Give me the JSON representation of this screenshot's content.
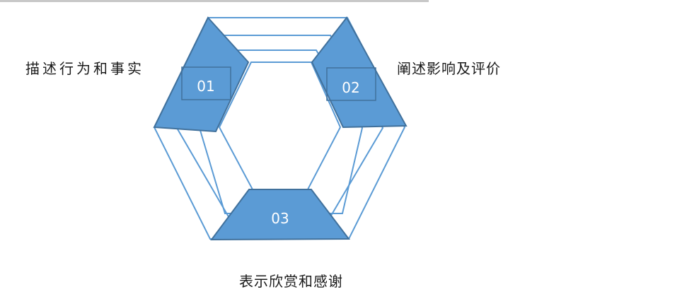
{
  "diagram": {
    "steps": [
      {
        "number": "01",
        "label": "描述行为和事实"
      },
      {
        "number": "02",
        "label": "阐述影响及评价"
      },
      {
        "number": "03",
        "label": "表示欣赏和感谢"
      }
    ],
    "colors": {
      "fill": "#5b9bd5",
      "stroke": "#41719c",
      "outline": "#5b9bd5"
    }
  }
}
